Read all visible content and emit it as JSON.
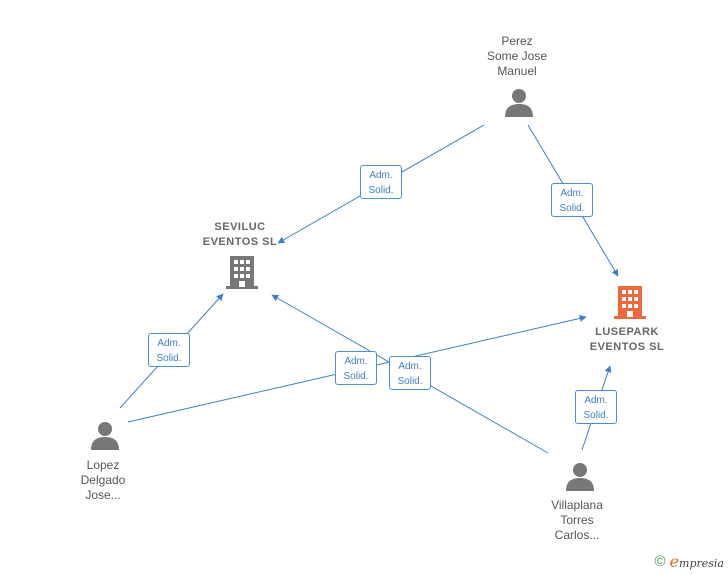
{
  "nodes": {
    "perez": {
      "label": "Perez\nSome Jose\nManuel"
    },
    "seviluc": {
      "label": "SEVILUC\nEVENTOS SL"
    },
    "lusepark": {
      "label": "LUSEPARK\nEVENTOS SL"
    },
    "lopez": {
      "label": "Lopez\nDelgado\nJose..."
    },
    "villaplana": {
      "label": "Villaplana\nTorres\nCarlos..."
    }
  },
  "edges": [
    {
      "from": "perez",
      "to": "seviluc",
      "label": "Adm.\nSolid."
    },
    {
      "from": "perez",
      "to": "lusepark",
      "label": "Adm.\nSolid."
    },
    {
      "from": "lopez",
      "to": "seviluc",
      "label": "Adm.\nSolid."
    },
    {
      "from": "lopez",
      "to": "lusepark",
      "label": "Adm.\nSolid."
    },
    {
      "from": "villaplana",
      "to": "seviluc",
      "label": "Adm.\nSolid."
    },
    {
      "from": "villaplana",
      "to": "lusepark",
      "label": "Adm.\nSolid."
    }
  ],
  "colors": {
    "edge": "#3d7fc7",
    "person": "#777777",
    "company": "#777777",
    "company_main": "#f0673a"
  },
  "icons": {
    "person": "person-icon",
    "company": "building-icon"
  },
  "footer": {
    "copyright_symbol": "©",
    "brand": "mpresia",
    "brand_initial": "e"
  }
}
